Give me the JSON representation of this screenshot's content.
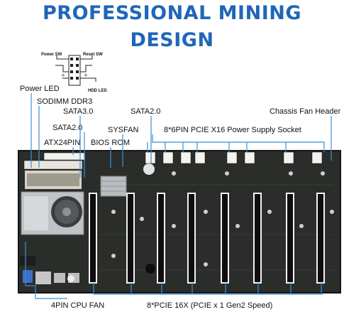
{
  "title": "PROFESSIONAL MINING DESIGN",
  "header_diagram": {
    "power_sw": "Power SW",
    "reset_sw": "Reset SW",
    "hdd_led": "HDD LED"
  },
  "labels": {
    "power_led": "Power LED",
    "sodimm": "SODIMM DDR3",
    "sata30": "SATA3.0",
    "sata20_left": "SATA2.0",
    "atx24pin": "ATX24PIN",
    "bios_rom": "BIOS ROM",
    "sysfan": "SYSFAN",
    "sata20_top": "SATA2.0",
    "pcie_power": "8*6PIN PCIE X16 Power Supply Socket",
    "chassis_fan": "Chassis Fan Header",
    "cpu_fan": "4PIN CPU FAN",
    "pcie_slots": "8*PCIE 16X (PCIE x 1 Gen2 Speed)"
  },
  "colors": {
    "title": "#1f66b8",
    "pointer": "#3a8fd8",
    "board": "#2b2d2b"
  },
  "board": {
    "pcie_slot_count": 8,
    "power_socket_count": 8
  }
}
